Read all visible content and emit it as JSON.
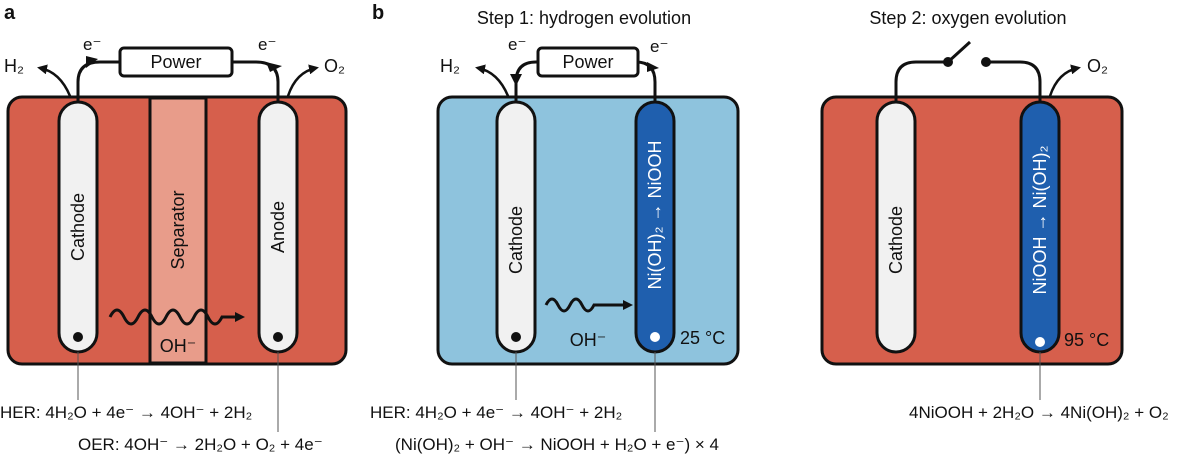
{
  "colors": {
    "electrolyte_red": "#d65f4c",
    "separator": "#e89c8a",
    "electrolyte_blue": "#8ec3dd",
    "nickel_electrode": "#1f5fae",
    "electrode_white": "#f1f1f1"
  },
  "panel_a": {
    "label": "a",
    "power": "Power",
    "electron_left": "e⁻",
    "electron_right": "e⁻",
    "h2": "H₂",
    "o2": "O₂",
    "cathode": "Cathode",
    "separator": "Separator",
    "anode": "Anode",
    "ion": "OH⁻",
    "her_equation": "HER: 4H₂O + 4e⁻ → 4OH⁻ + 2H₂",
    "oer_equation": "OER: 4OH⁻ → 2H₂O + O₂ + 4e⁻"
  },
  "panel_b": {
    "label": "b",
    "step1": {
      "title": "Step 1: hydrogen evolution",
      "power": "Power",
      "electron_left": "e⁻",
      "electron_right": "e⁻",
      "h2": "H₂",
      "cathode": "Cathode",
      "nickel_electrode": "Ni(OH)₂ → NiOOH",
      "ion": "OH⁻",
      "temperature": "25 °C",
      "her_equation": "HER: 4H₂O + 4e⁻ → 4OH⁻ + 2H₂",
      "ni_equation": "(Ni(OH)₂ + OH⁻ → NiOOH + H₂O + e⁻) × 4"
    },
    "step2": {
      "title": "Step 2: oxygen evolution",
      "o2": "O₂",
      "cathode": "Cathode",
      "nickel_electrode": "NiOOH → Ni(OH)₂",
      "temperature": "95 °C",
      "equation": "4NiOOH + 2H₂O → 4Ni(OH)₂ + O₂"
    }
  }
}
